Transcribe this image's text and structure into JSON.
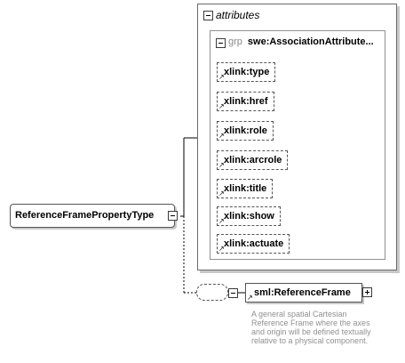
{
  "attributes_group": {
    "label": "attributes"
  },
  "attribute_group": {
    "prefix": "grp",
    "name": "swe:AssociationAttribute..."
  },
  "attributes": [
    {
      "label": "xlink:type"
    },
    {
      "label": "xlink:href"
    },
    {
      "label": "xlink:role"
    },
    {
      "label": "xlink:arcrole"
    },
    {
      "label": "xlink:title"
    },
    {
      "label": "xlink:show"
    },
    {
      "label": "xlink:actuate"
    }
  ],
  "root_type": {
    "label": "ReferenceFramePropertyType"
  },
  "child_element": {
    "label": "sml:ReferenceFrame",
    "annotation": "A general spatial Cartesian Reference Frame where the axes and origin will be defined textually relative to a physical component."
  },
  "icons": {
    "collapse": "minus-toggle-icon",
    "expand": "plus-toggle-icon",
    "reference": "reference-arrow-icon",
    "sequence": "sequence-compositor-icon"
  }
}
